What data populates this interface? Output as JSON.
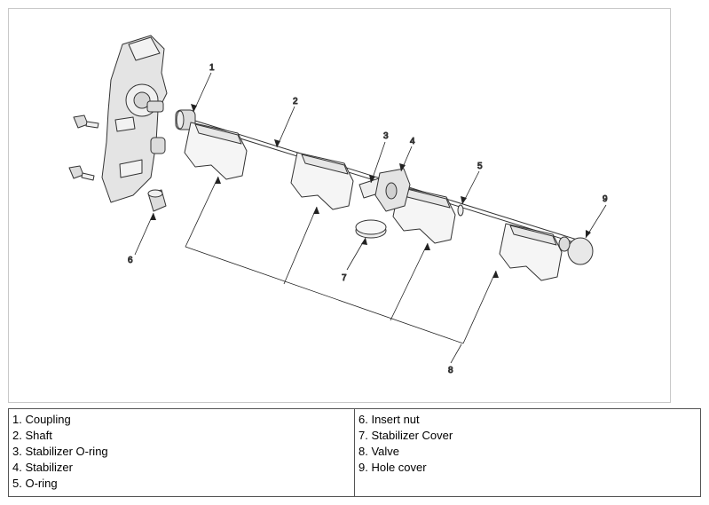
{
  "figure": {
    "callouts": [
      "1",
      "2",
      "3",
      "4",
      "5",
      "6",
      "7",
      "8",
      "9"
    ]
  },
  "legend": {
    "left": [
      "1. Coupling",
      "2. Shaft",
      "3. Stabilizer O-ring",
      "4. Stabilizer",
      "5. O-ring"
    ],
    "right": [
      "6. Insert nut",
      "7. Stabilizer Cover",
      "8. Valve",
      "9. Hole cover"
    ]
  }
}
